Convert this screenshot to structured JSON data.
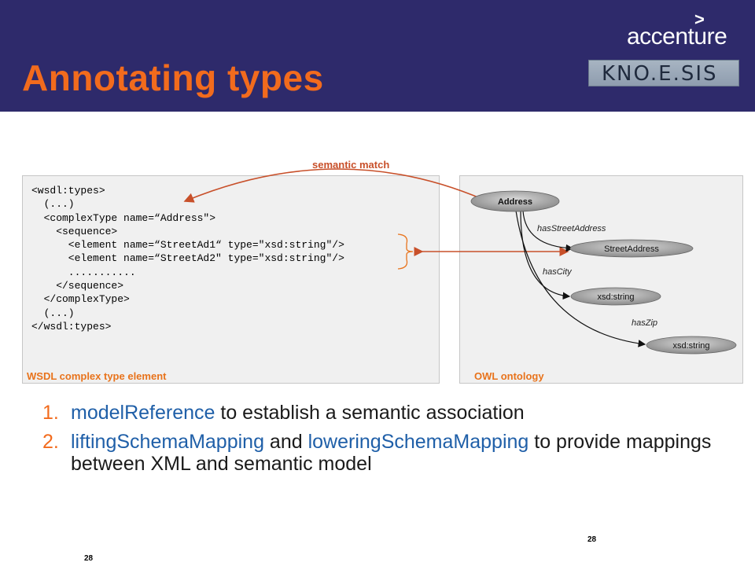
{
  "header": {
    "title": "Annotating types",
    "brand": "accenture",
    "brand_mark": ">",
    "partner_logo": "KNO.E.SIS",
    "colors": {
      "band": "#2e2a6b",
      "accent": "#f26b1d"
    }
  },
  "diagram": {
    "arc_label": "semantic match",
    "wsdl": {
      "caption": "WSDL complex type element",
      "lines": [
        "<wsdl:types>",
        "  (...)",
        "  <complexType name=“Address\">",
        "    <sequence>",
        "      <element name=“StreetAd1“ type=\"xsd:string\"/>",
        "      <element name=“StreetAd2\" type=\"xsd:string\"/>",
        "      ...........",
        "    </sequence>",
        "  </complexType>",
        "  (...)",
        "</wsdl:types>"
      ]
    },
    "owl": {
      "caption": "OWL ontology",
      "nodes": [
        "Address",
        "StreetAddress",
        "xsd:string",
        "xsd:string"
      ],
      "edges": [
        "hasStreetAddress",
        "hasCity",
        "hasZip"
      ]
    }
  },
  "bullets": [
    {
      "num": "1.",
      "highlight": "modelReference",
      "text": " to establish a semantic association"
    },
    {
      "num": "2.",
      "highlight": "liftingSchemaMapping",
      "middle": " and ",
      "highlight2": "loweringSchemaMapping",
      "text": " to provide mappings between XML and semantic model"
    }
  ],
  "footer": {
    "page_right": "28",
    "page_left": "28"
  }
}
